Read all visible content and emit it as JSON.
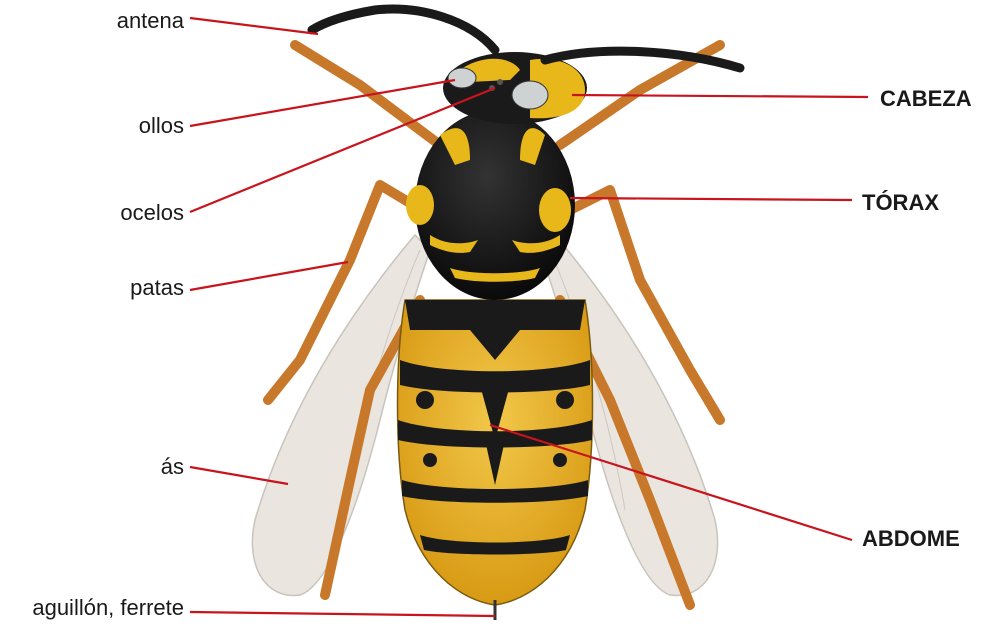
{
  "labels": {
    "left": [
      {
        "text": "antena"
      },
      {
        "text": "ollos"
      },
      {
        "text": "ocelos"
      },
      {
        "text": "patas"
      },
      {
        "text": "ás"
      },
      {
        "text": "aguillón, ferrete"
      }
    ],
    "right": [
      {
        "text": "CABEZA"
      },
      {
        "text": "TÓRAX"
      },
      {
        "text": "ABDOME"
      }
    ]
  },
  "colors": {
    "leader_line": "#c8141c",
    "insect_black": "#111111",
    "insect_yellow": "#e8b71a",
    "leg_orange": "#c87a2a",
    "wing_tint": "#d8d2c4"
  }
}
